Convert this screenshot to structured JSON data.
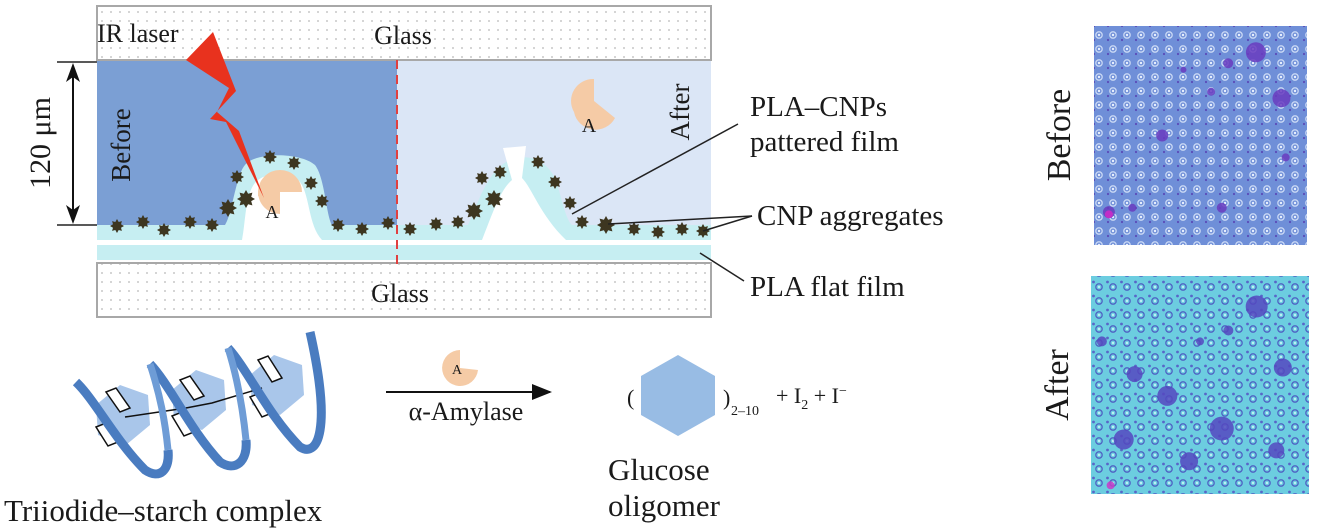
{
  "schematic": {
    "glass_top_label": "Glass",
    "glass_bottom_label": "Glass",
    "laser_label": "IR laser",
    "height_label": "120 μm",
    "before_label": "Before",
    "after_label": "After",
    "enzyme_symbol": "A",
    "callouts": {
      "patterned_film_line1": "PLA–CNPs",
      "patterned_film_line2": "pattered film",
      "aggregates": "CNP aggregates",
      "flat_film": "PLA flat film"
    },
    "colors": {
      "before_medium": "#7b9fd4",
      "after_medium": "#dbe6f6",
      "film": "#c6eef2",
      "laser": "#e8321e",
      "enzyme": "#f5cba6",
      "cnp": "#3d3620",
      "divider": "#e04040"
    }
  },
  "reaction": {
    "reactant_label": "Triiodide–starch complex",
    "enzyme_symbol": "A",
    "arrow_label": "α-Amylase",
    "product_subscript": "2–10",
    "product_suffix_plus1": "+ I",
    "product_suffix_sub": "2",
    "product_suffix_plus2": " + I",
    "product_suffix_sup": "−",
    "product_label_line1": "Glucose",
    "product_label_line2": "oligomer",
    "colors": {
      "helix": "#4a7cc0",
      "hexagon_light": "#a9c6ea",
      "hexagon_product": "#98bce4"
    }
  },
  "micrographs": {
    "before_label": "Before",
    "after_label": "After"
  }
}
